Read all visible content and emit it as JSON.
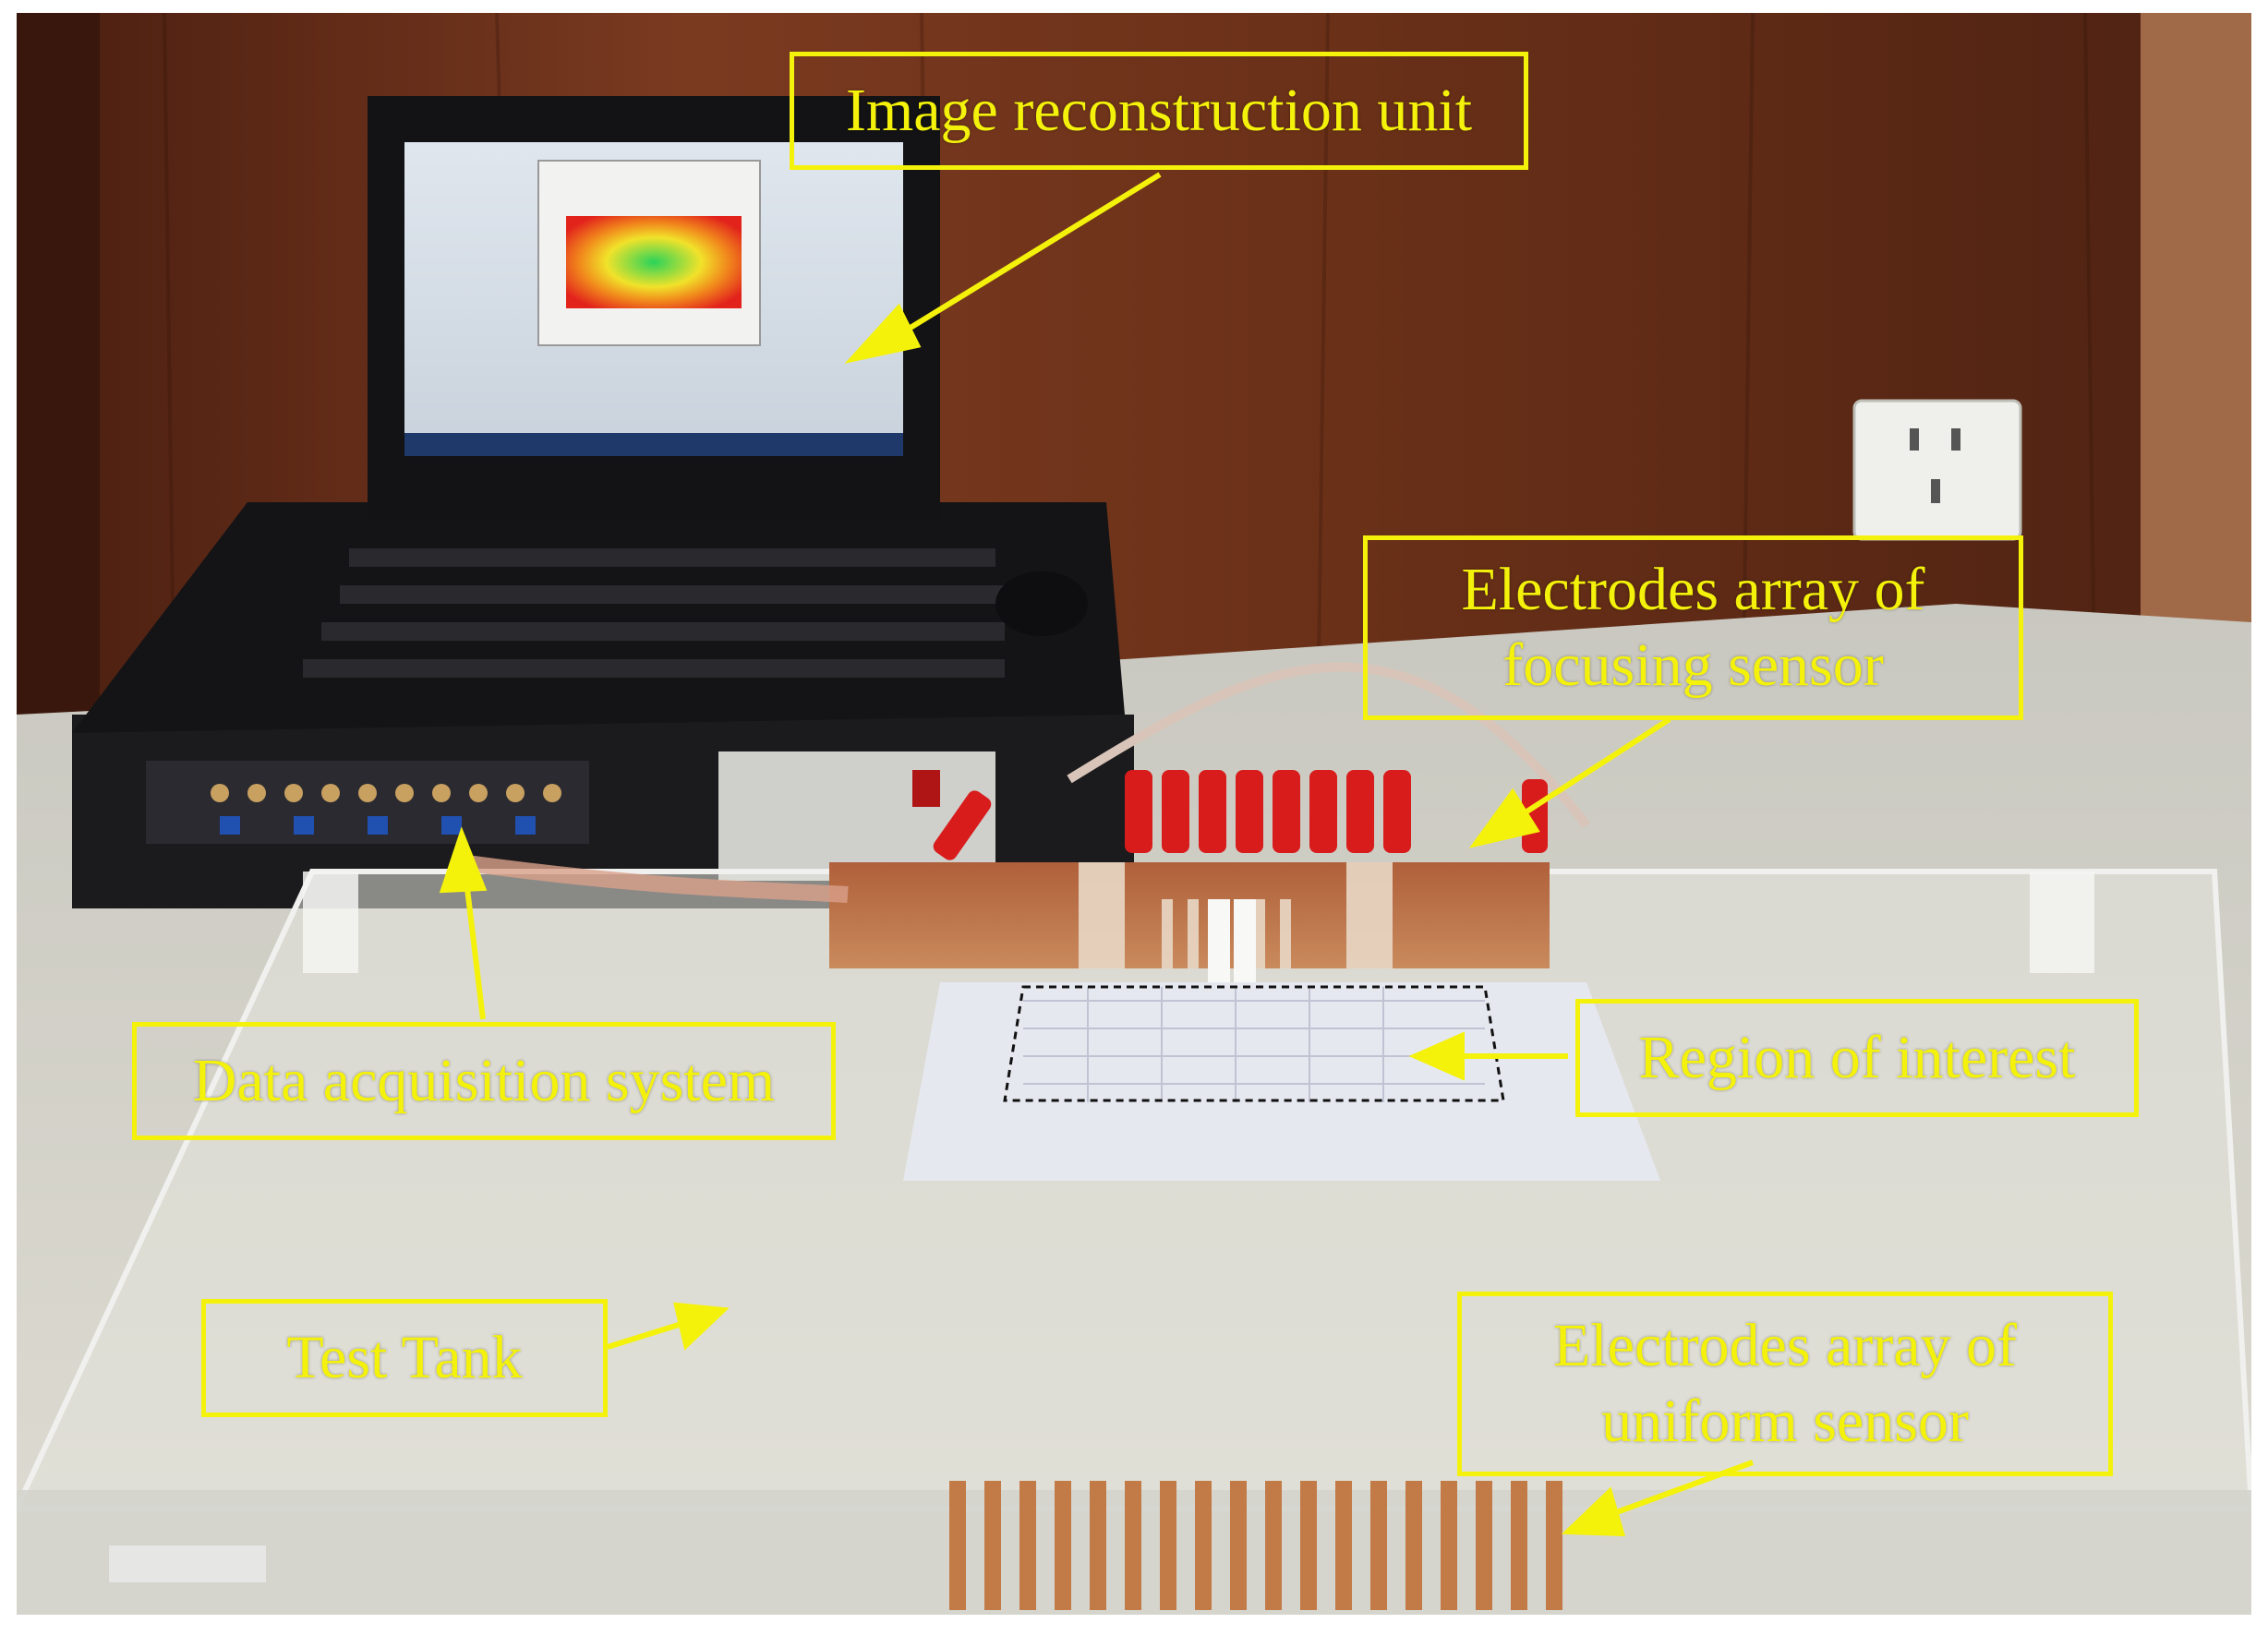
{
  "figure": {
    "labels": {
      "image_reconstruction_unit": "Image reconstruction unit",
      "focusing_electrodes_line1": "Electrodes array of",
      "focusing_electrodes_line2": "focusing sensor",
      "data_acquisition_system": "Data acquisition system",
      "region_of_interest": "Region of interest",
      "test_tank": "Test Tank",
      "uniform_electrodes_line1": "Electrodes array of",
      "uniform_electrodes_line2": "uniform sensor"
    },
    "colors": {
      "annotation": "#f4f20a",
      "wall": "#6b2f1a",
      "cloth": "#d8d6cc",
      "copper": "#c0713f",
      "clip_red": "#d81c1c"
    },
    "icons": [
      "laptop-icon",
      "power-socket-icon",
      "arrow-icon"
    ]
  }
}
